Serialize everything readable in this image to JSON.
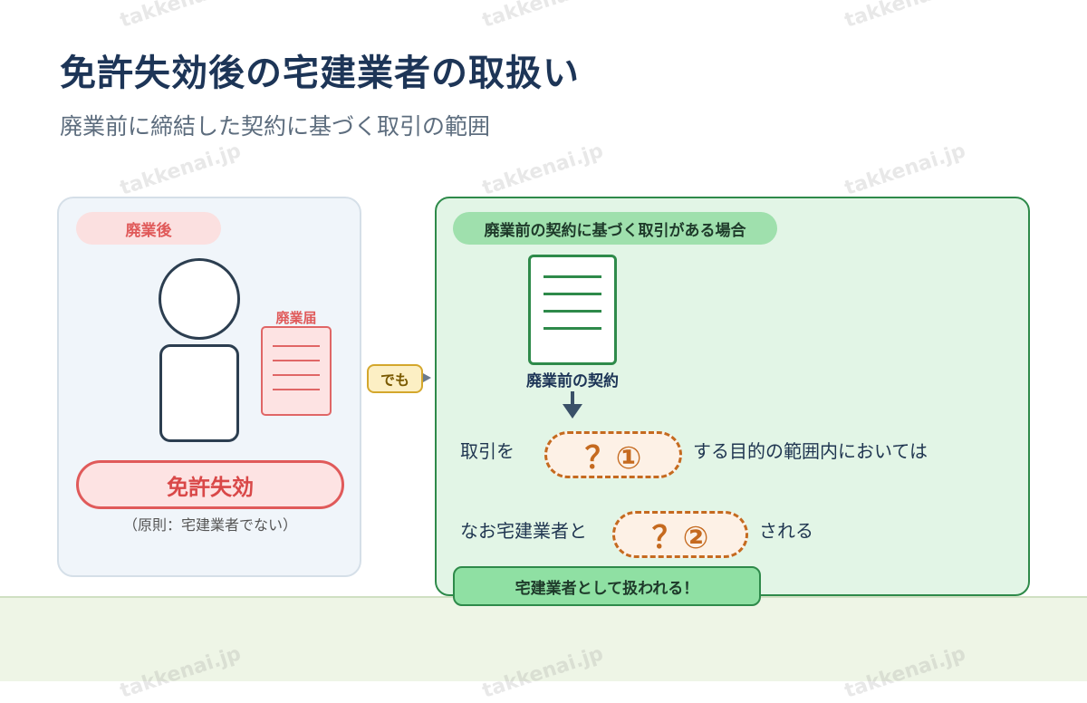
{
  "title": "免許失効後の宅建業者の取扱い",
  "subtitle": "廃業前に締結した契約に基づく取引の範囲",
  "left_panel": {
    "badge": "廃業後",
    "notice_label": "廃業届",
    "license_status": "免許失効",
    "principle_note": "（原則：宅建業者でない）"
  },
  "connector": {
    "label": "でも"
  },
  "right_panel": {
    "case_label": "廃業前の契約に基づく取引がある場合",
    "contract_label": "廃業前の契約",
    "row1": {
      "prefix": "取引を",
      "blank": "？①",
      "suffix": "する目的の範囲内においては"
    },
    "row2": {
      "prefix": "なお宅建業者と",
      "blank": "？②",
      "suffix": "される"
    },
    "result": "宅建業者として扱われる！"
  },
  "watermark": "takkenai.jp",
  "colors": {
    "title": "#1d3557",
    "danger": "#e05a5a",
    "success": "#2e8a4a",
    "blank": "#c56a1f",
    "connector": "#d4a72c"
  },
  "icons": [
    "person-icon",
    "document-icon",
    "arrow-right-icon",
    "arrow-down-icon"
  ]
}
